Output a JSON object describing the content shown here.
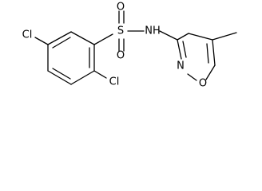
{
  "molecule": {
    "atoms": {
      "cl_left": "Cl",
      "cl_bottom": "Cl",
      "sulfur": "S",
      "oxygen_top": "O",
      "oxygen_bottom": "O",
      "nh": "N­H",
      "ring_n": "N",
      "ring_o": "O"
    }
  }
}
